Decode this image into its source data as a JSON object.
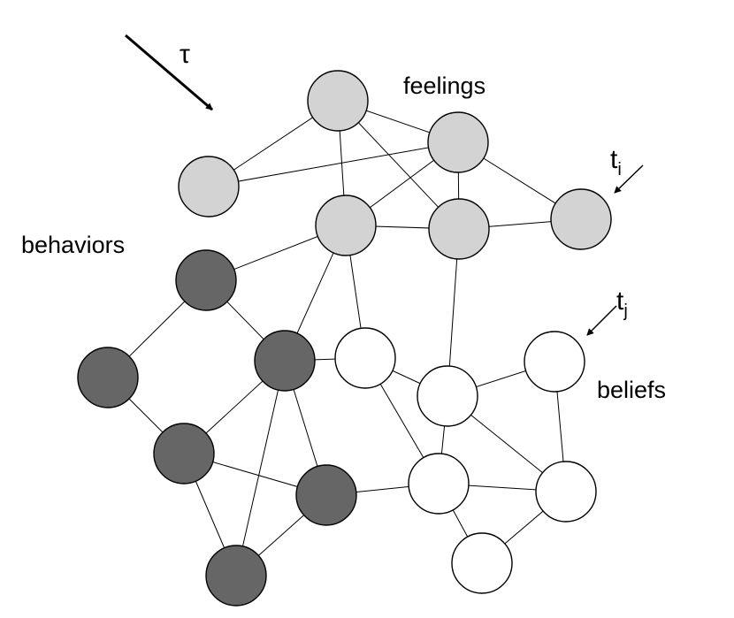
{
  "groups": {
    "feelings": {
      "label": "feelings",
      "fill": "#d3d3d3"
    },
    "behaviors": {
      "label": "behaviors",
      "fill": "#666666"
    },
    "beliefs": {
      "label": "beliefs",
      "fill": "#ffffff"
    }
  },
  "annotations": {
    "tau": {
      "symbol": "τ"
    },
    "t_i": {
      "base": "t",
      "sub": "i"
    },
    "t_j": {
      "base": "t",
      "sub": "j"
    }
  },
  "node_color_by_group": {
    "feelings": "#d3d3d3",
    "behaviors": "#666666",
    "beliefs": "#ffffff"
  }
}
